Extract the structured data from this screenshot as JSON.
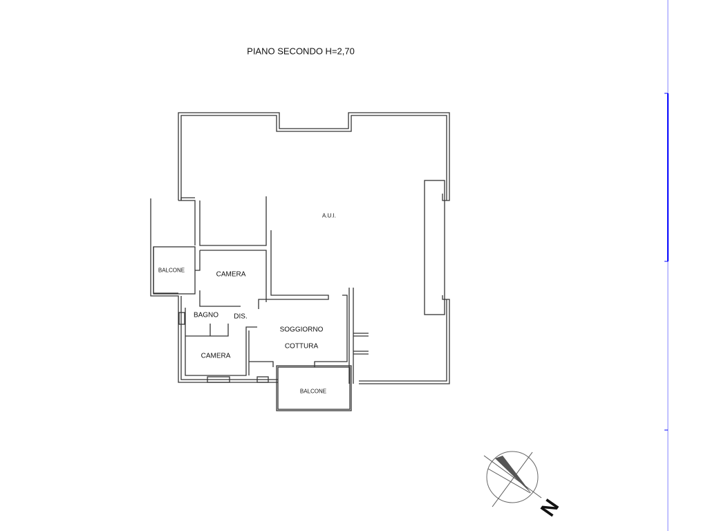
{
  "title": "PIANO SECONDO H=2,70",
  "rooms": {
    "aui": "A.U.I.",
    "balcone_left": "BALCONE",
    "camera_top": "CAMERA",
    "bagno": "BAGNO",
    "dis": "DIS.",
    "soggiorno_line1": "SOGGIORNO",
    "soggiorno_line2": "COTTURA",
    "camera_bottom": "CAMERA",
    "balcone_bottom": "BALCONE"
  },
  "compass": {
    "label": "N"
  },
  "colors": {
    "walls": "#333333",
    "ruler": "#0000ff"
  }
}
